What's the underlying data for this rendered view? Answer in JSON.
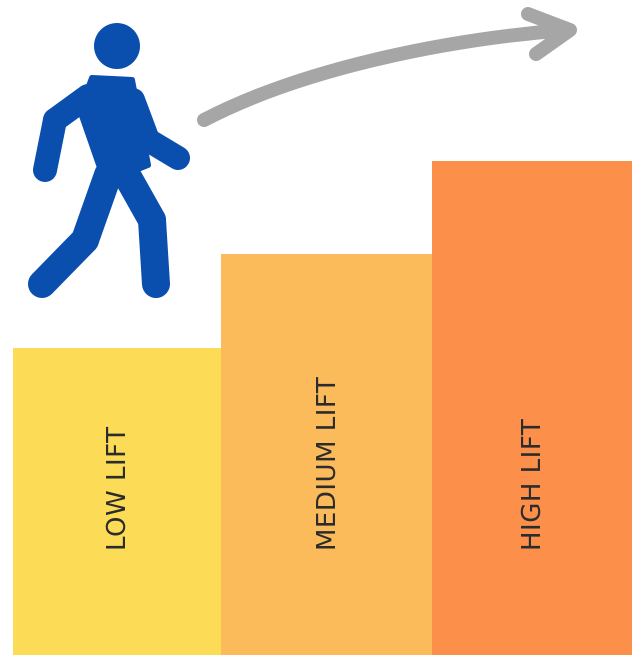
{
  "steps": [
    {
      "label": "LOW LIFT",
      "color": "#fcdb57"
    },
    {
      "label": "MEDIUM LIFT",
      "color": "#fcbb5b"
    },
    {
      "label": "HIGH LIFT",
      "color": "#fc904b"
    }
  ],
  "icons": {
    "person": "walking-person-icon",
    "arrow": "curved-arrow-icon"
  },
  "colors": {
    "person": "#0a4fae",
    "arrow": "#a6a6a6",
    "label_text": "#2c2c2c"
  }
}
